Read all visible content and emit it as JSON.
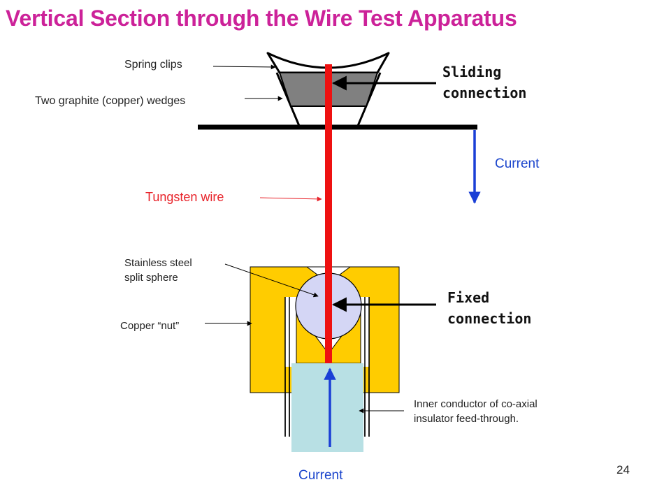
{
  "title": "Vertical Section through the Wire Test Apparatus",
  "labels": {
    "spring_clips": "Spring clips",
    "graphite_wedges": "Two graphite (copper) wedges",
    "tungsten_wire": "Tungsten wire",
    "split_sphere_line1": "Stainless steel",
    "split_sphere_line2": "split sphere",
    "copper_nut": "Copper “nut”",
    "inner_conductor_line1": "Inner conductor of co-axial",
    "inner_conductor_line2": "insulator feed-through.",
    "current_top": "Current",
    "current_bottom": "Current"
  },
  "connections": {
    "sliding_line1": "Sliding",
    "sliding_line2": "connection",
    "fixed_line1": "Fixed",
    "fixed_line2": "connection"
  },
  "page_number": "24",
  "colors": {
    "title": "#cc2299",
    "wire": "#ee1111",
    "current_arrow": "#1a3fd6",
    "copper_nut": "#ffcc00",
    "sphere": "#d4d6f5",
    "wedge": "#808080",
    "inner_conductor": "#b8e0e4"
  }
}
